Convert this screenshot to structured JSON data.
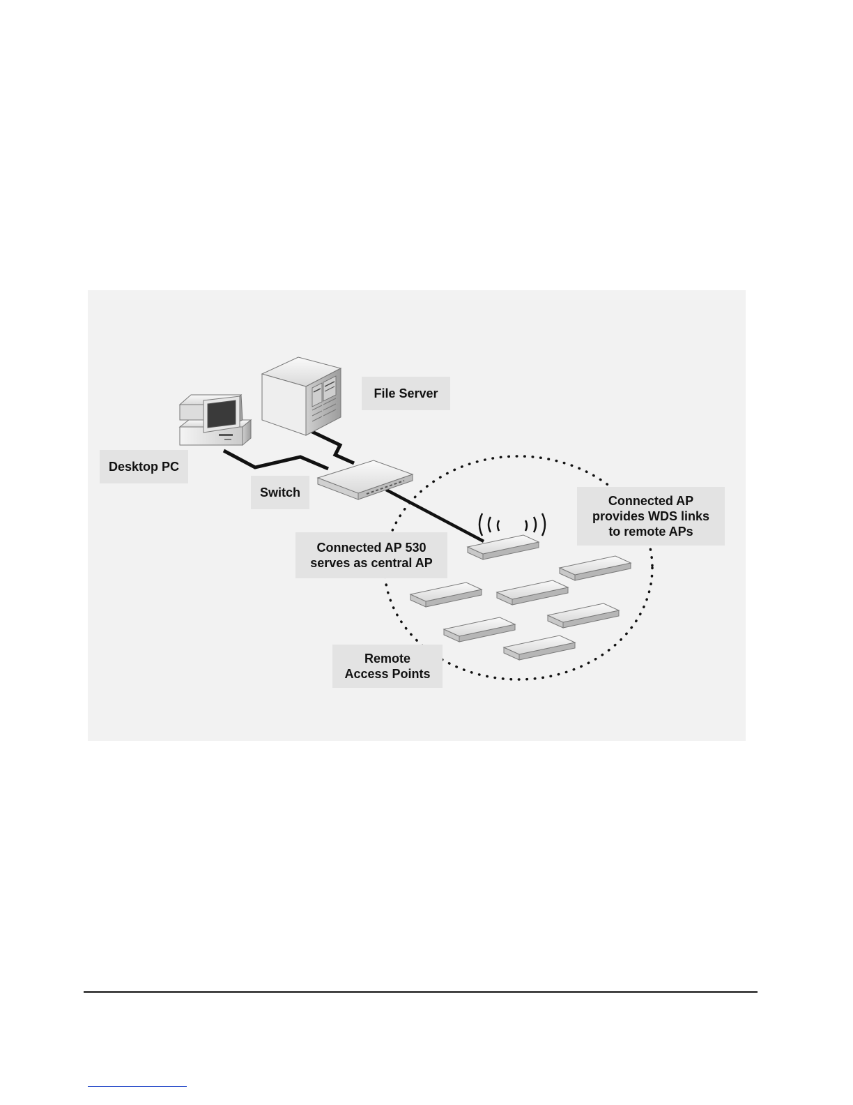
{
  "diagram": {
    "labels": {
      "file_server": [
        "File Server"
      ],
      "desktop_pc": [
        "Desktop PC"
      ],
      "switch": [
        "Switch"
      ],
      "central_ap": [
        "Connected AP 530",
        "serves as central AP"
      ],
      "connected_ap": [
        "Connected AP",
        "provides WDS links",
        "to remote APs"
      ],
      "remote_aps": [
        "Remote",
        "Access Points"
      ]
    },
    "colors": {
      "figure_background": "#f2f2f2",
      "label_background": "#e3e3e3",
      "cable": "#111111",
      "device": "#dcdcdc"
    },
    "icons": [
      "desktop-pc-icon",
      "file-server-icon",
      "switch-icon",
      "access-point-icon",
      "wireless-signal-icon"
    ]
  }
}
